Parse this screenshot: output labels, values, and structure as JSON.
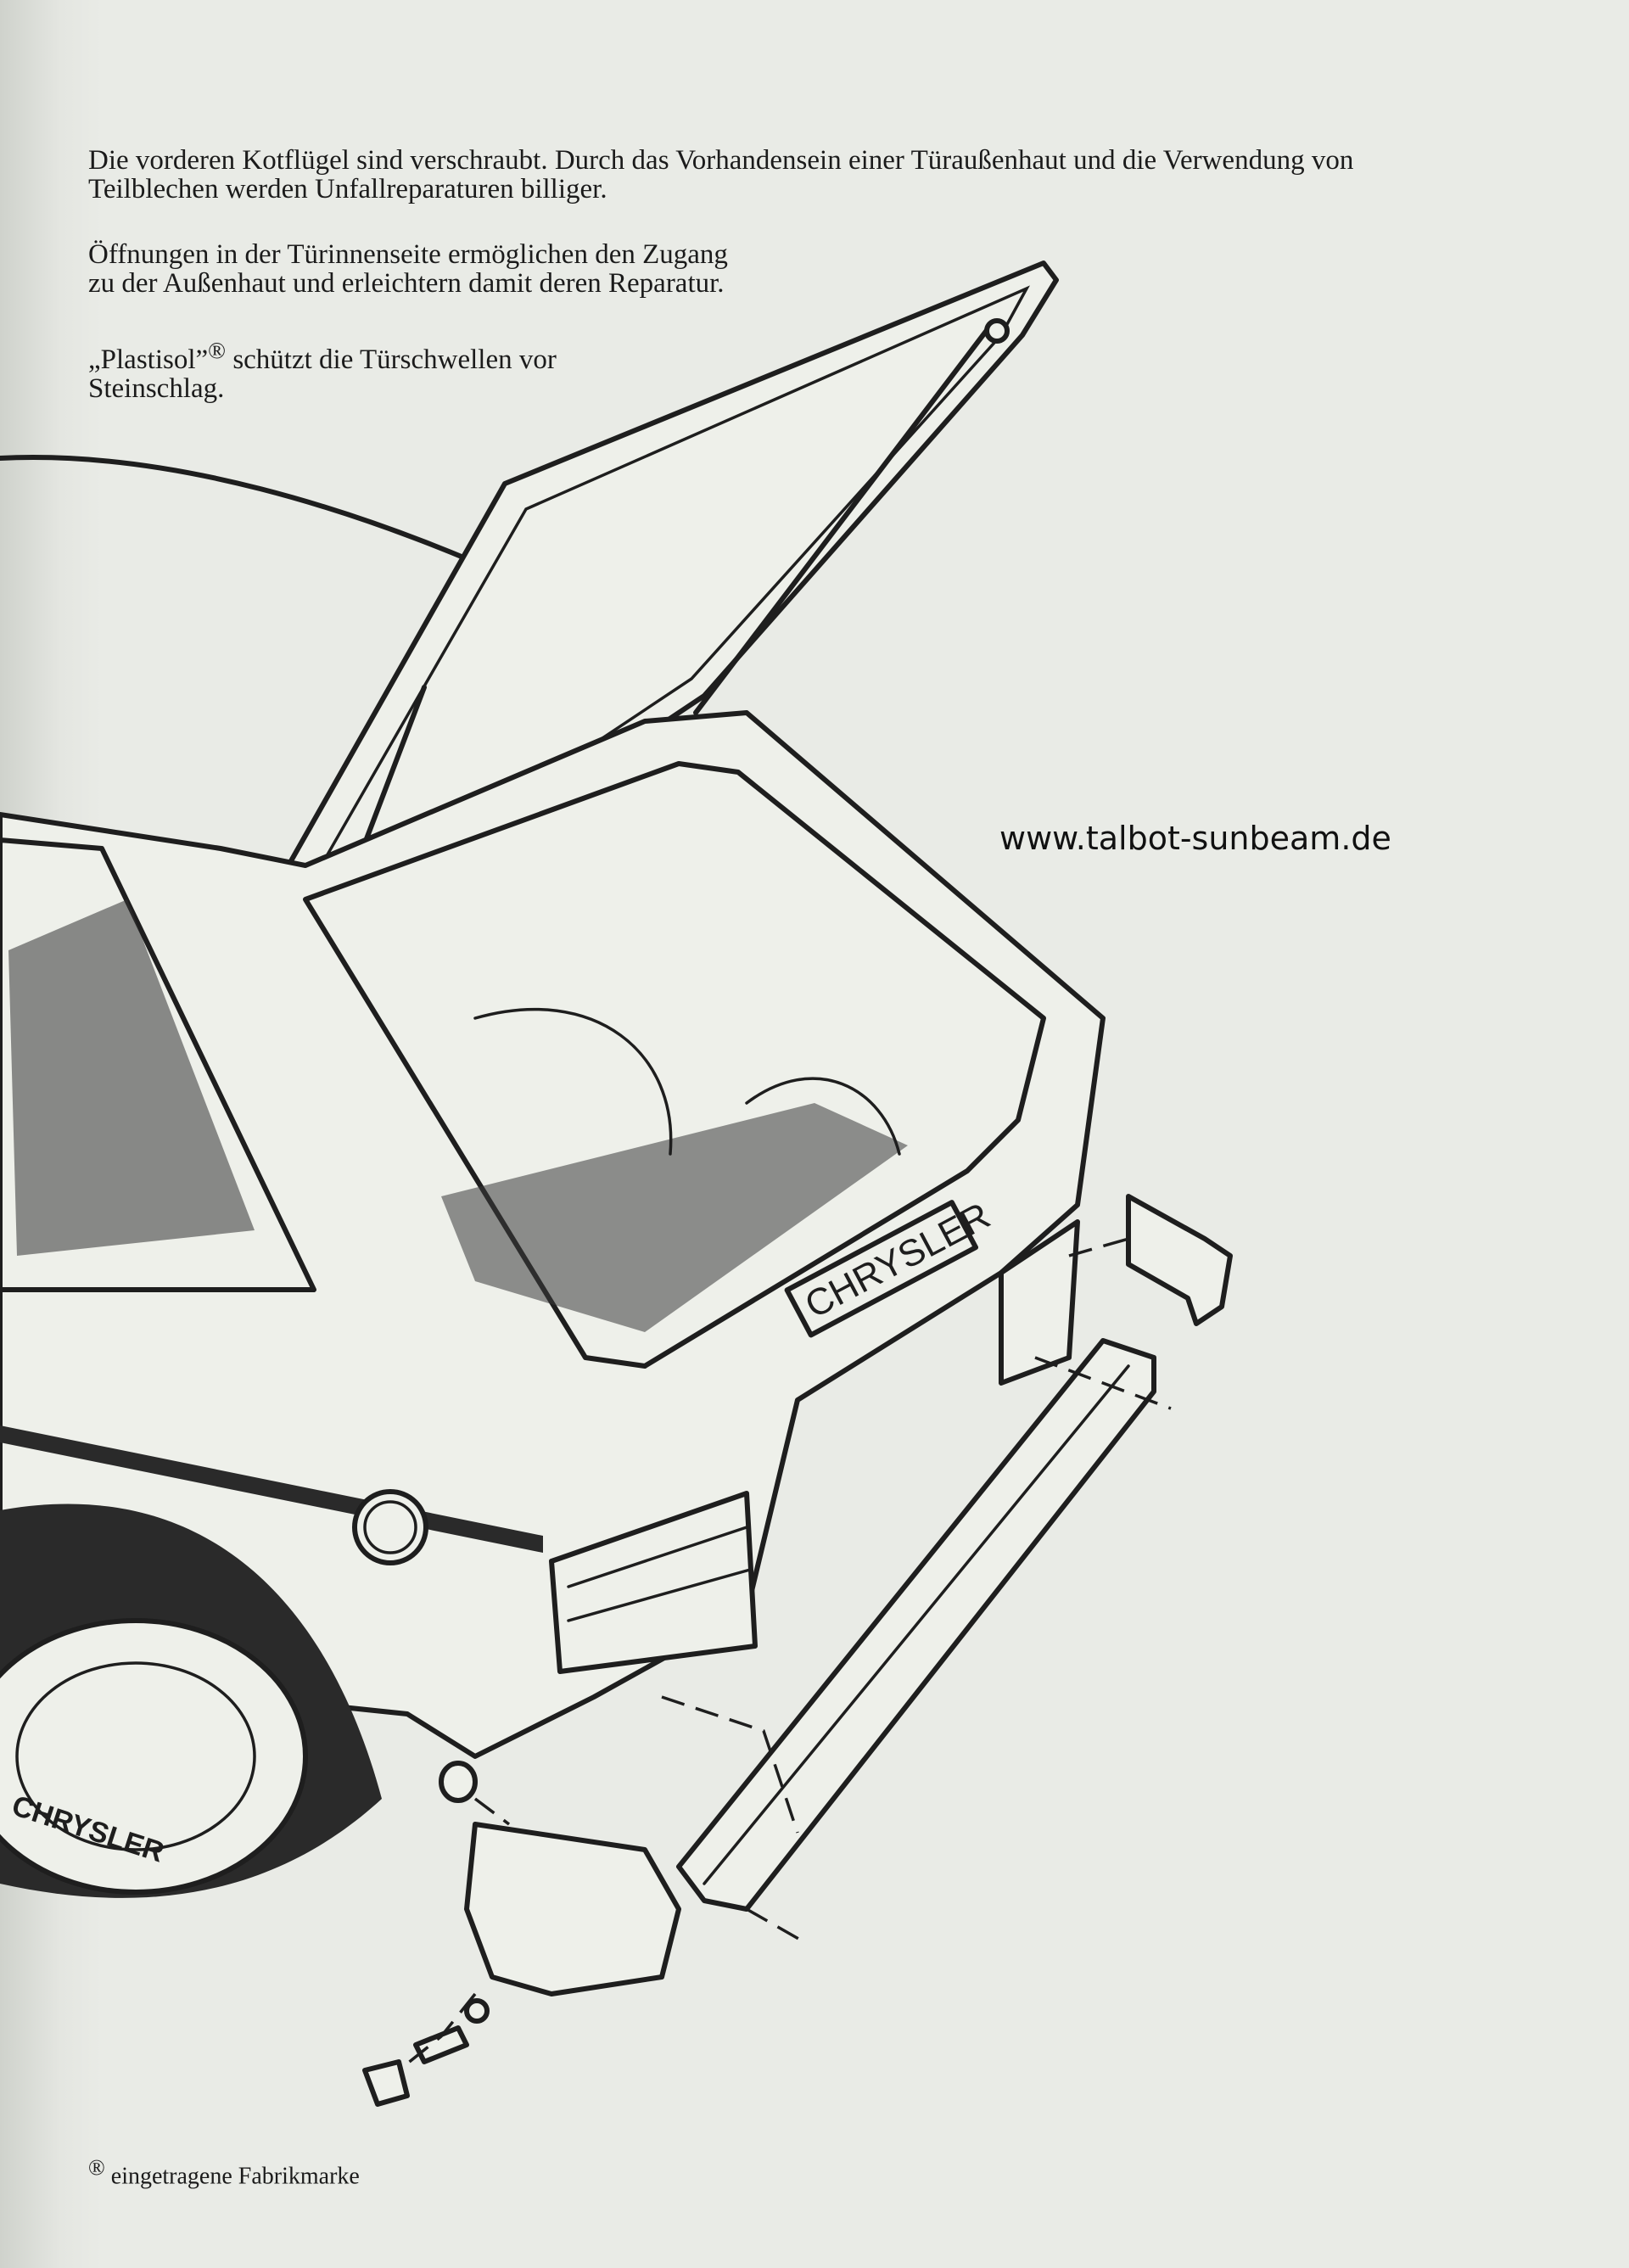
{
  "text": {
    "intro": "Die vorderen Kotflügel sind verschraubt. Durch das Vorhandensein einer Türaußenhaut und die Verwendung von Teilblechen werden Unfallreparaturen billiger.",
    "openings": "Öffnungen in der Türinnenseite ermöglichen den Zugang zu der Außenhaut und erleichtern damit deren Reparatur.",
    "plastisol_name": "„Plastisol”",
    "plastisol_mark": "®",
    "plastisol_rest": " schützt die Türschwellen vor Steinschlag.",
    "website": "www.talbot-sunbeam.de",
    "footnote_mark": "®",
    "footnote_text": " eingetragene Fabrikmarke"
  },
  "illustration": {
    "badge_text": "CHRYSLER",
    "wheel_text": "CHRYSLER"
  },
  "colors": {
    "paper": "#e9ebe6",
    "ink": "#1e1e1e"
  }
}
